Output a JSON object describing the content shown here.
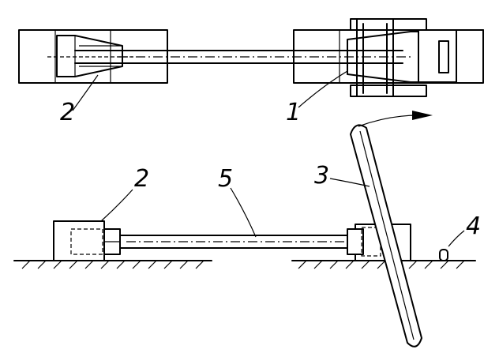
{
  "labels": {
    "top_clamp": "2",
    "top_wedge": "1",
    "bottom_clamp": "2",
    "rod": "5",
    "lever": "3",
    "stop": "4"
  }
}
